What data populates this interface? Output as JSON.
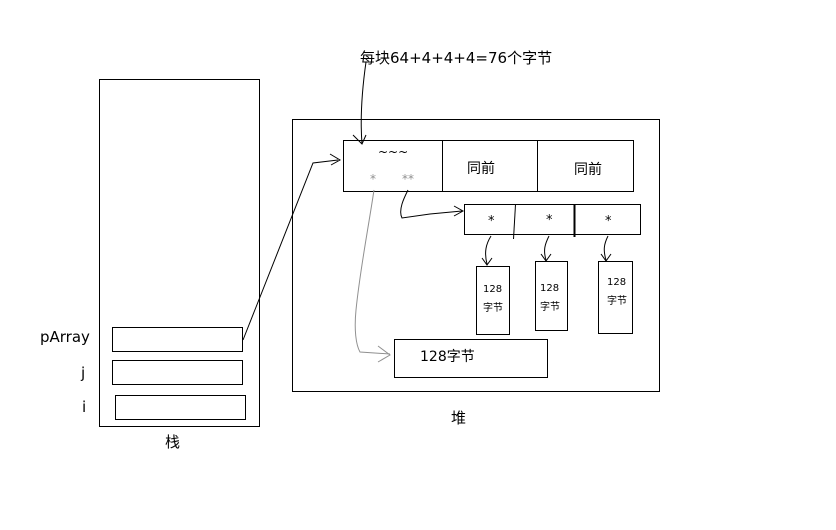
{
  "title": "每块64+4+4+4=76个字节",
  "stack": {
    "caption": "栈",
    "vars": [
      {
        "name": "pArray"
      },
      {
        "name": "j"
      },
      {
        "name": "i"
      }
    ]
  },
  "heap": {
    "caption": "堆",
    "block": {
      "first_cell_top": "~~~",
      "first_cell_star1": "*",
      "first_cell_star2": "**",
      "cell2": "同前",
      "cell3": "同前"
    },
    "pointer_array": [
      "*",
      "*",
      "*"
    ],
    "small_buffers": [
      {
        "size": "128",
        "unit": "字节"
      },
      {
        "size": "128",
        "unit": "字节"
      },
      {
        "size": "128",
        "unit": "字节"
      }
    ],
    "big_buffer": "128字节"
  },
  "colors": {
    "line": "#000000",
    "gray_arrow": "#909090"
  }
}
